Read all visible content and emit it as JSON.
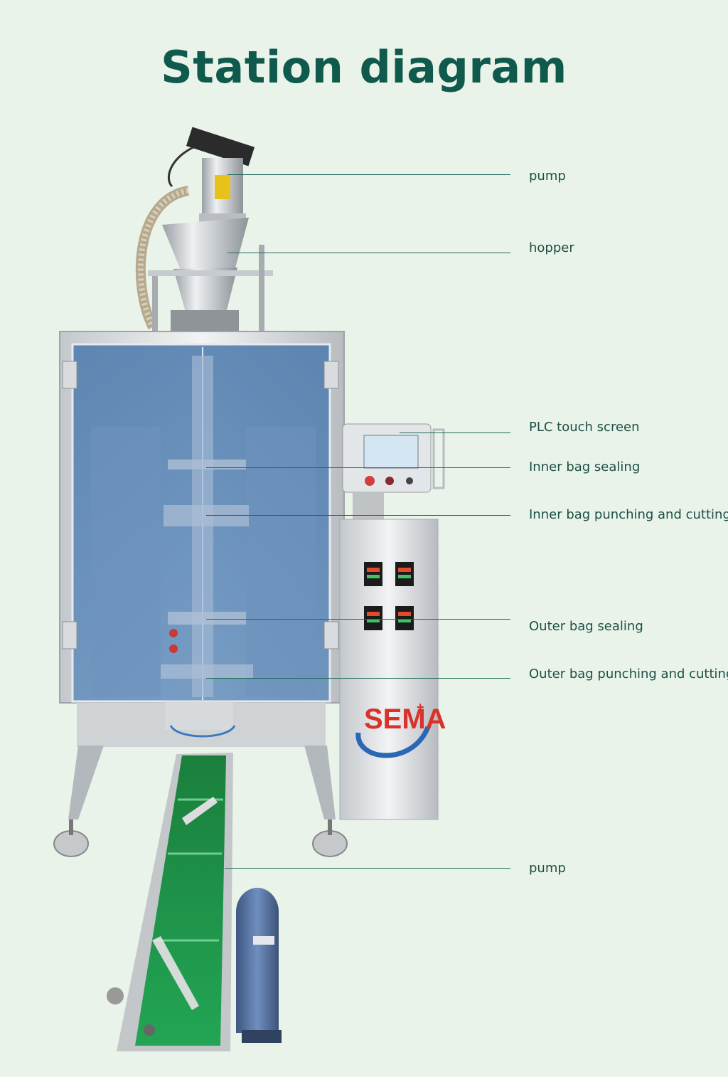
{
  "title": "Station diagram",
  "colors": {
    "background": "#e9f3e9",
    "title": "#0f5a4c",
    "leader_line": "#1e6a5b",
    "label": "#1d4f45",
    "cabinet_glass": "#5b86b6",
    "conveyor_belt": "#1a9a4a",
    "motor": "#4e6b9b"
  },
  "logo": {
    "text": "SEMA",
    "superscript": "+"
  },
  "callouts": [
    {
      "label": "pump"
    },
    {
      "label": "hopper"
    },
    {
      "label": "PLC touch screen"
    },
    {
      "label": "Inner bag sealing"
    },
    {
      "label": "Inner bag punching and cutting"
    },
    {
      "label": "Outer bag sealing"
    },
    {
      "label": "Outer bag punching and cutting"
    },
    {
      "label": "pump"
    }
  ]
}
